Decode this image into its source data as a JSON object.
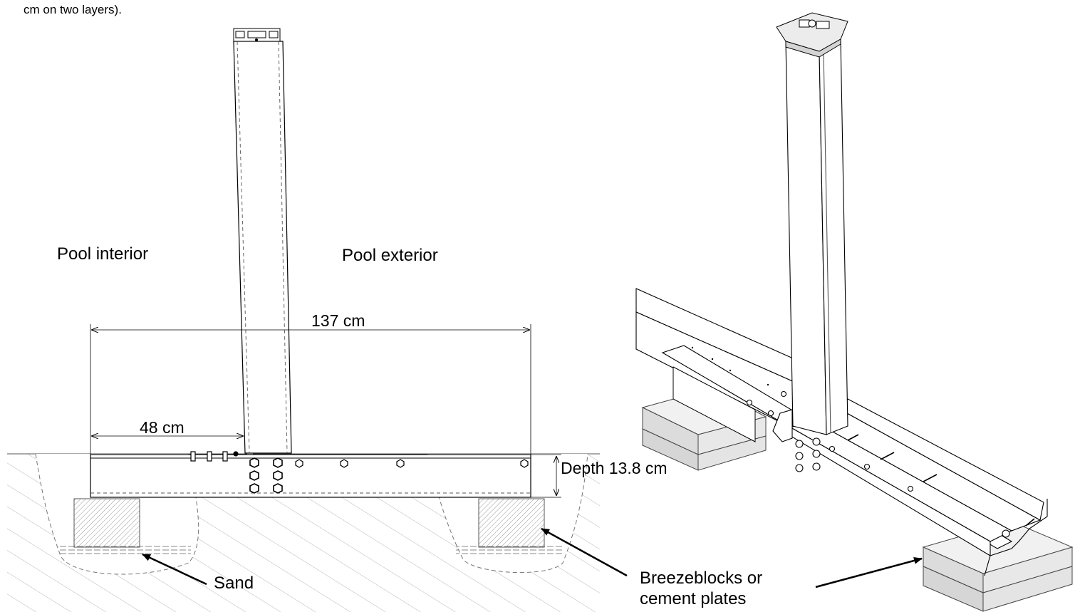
{
  "header": {
    "fragment_text": "cm on two layers)."
  },
  "labels": {
    "pool_interior": "Pool interior",
    "pool_exterior": "Pool exterior",
    "width_137": "137 cm",
    "width_48": "48 cm",
    "depth": "Depth 13.8 cm",
    "sand": "Sand",
    "breezeblocks_line1": "Breezeblocks or",
    "breezeblocks_line2": "cement plates"
  }
}
